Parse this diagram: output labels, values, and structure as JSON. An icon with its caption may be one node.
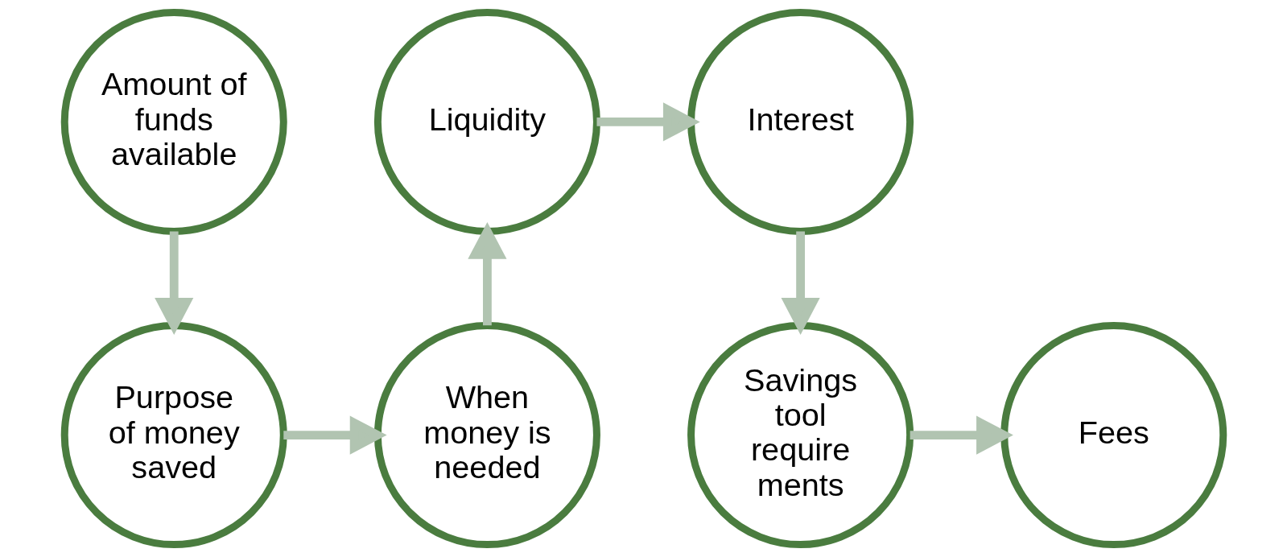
{
  "diagram": {
    "nodes": [
      {
        "text": [
          "Amount of funds available"
        ]
      },
      {
        "text": [
          "Liquidity"
        ]
      },
      {
        "text": [
          "Interest"
        ]
      },
      {
        "text": [
          "Purpose of money saved"
        ]
      },
      {
        "text": [
          "When money is needed"
        ]
      },
      {
        "text": [
          "Savings tool require ments"
        ]
      },
      {
        "text": [
          "Fees"
        ]
      }
    ],
    "edges": [
      {
        "from": 0,
        "to": 3,
        "arrow": "to"
      },
      {
        "from": 3,
        "to": 4,
        "arrow": "to"
      },
      {
        "from": 4,
        "to": 1,
        "arrow": "to"
      },
      {
        "from": 1,
        "to": 2,
        "arrow": "to"
      },
      {
        "from": 2,
        "to": 5,
        "arrow": "to"
      },
      {
        "from": 5,
        "to": 6,
        "arrow": "to"
      }
    ]
  }
}
